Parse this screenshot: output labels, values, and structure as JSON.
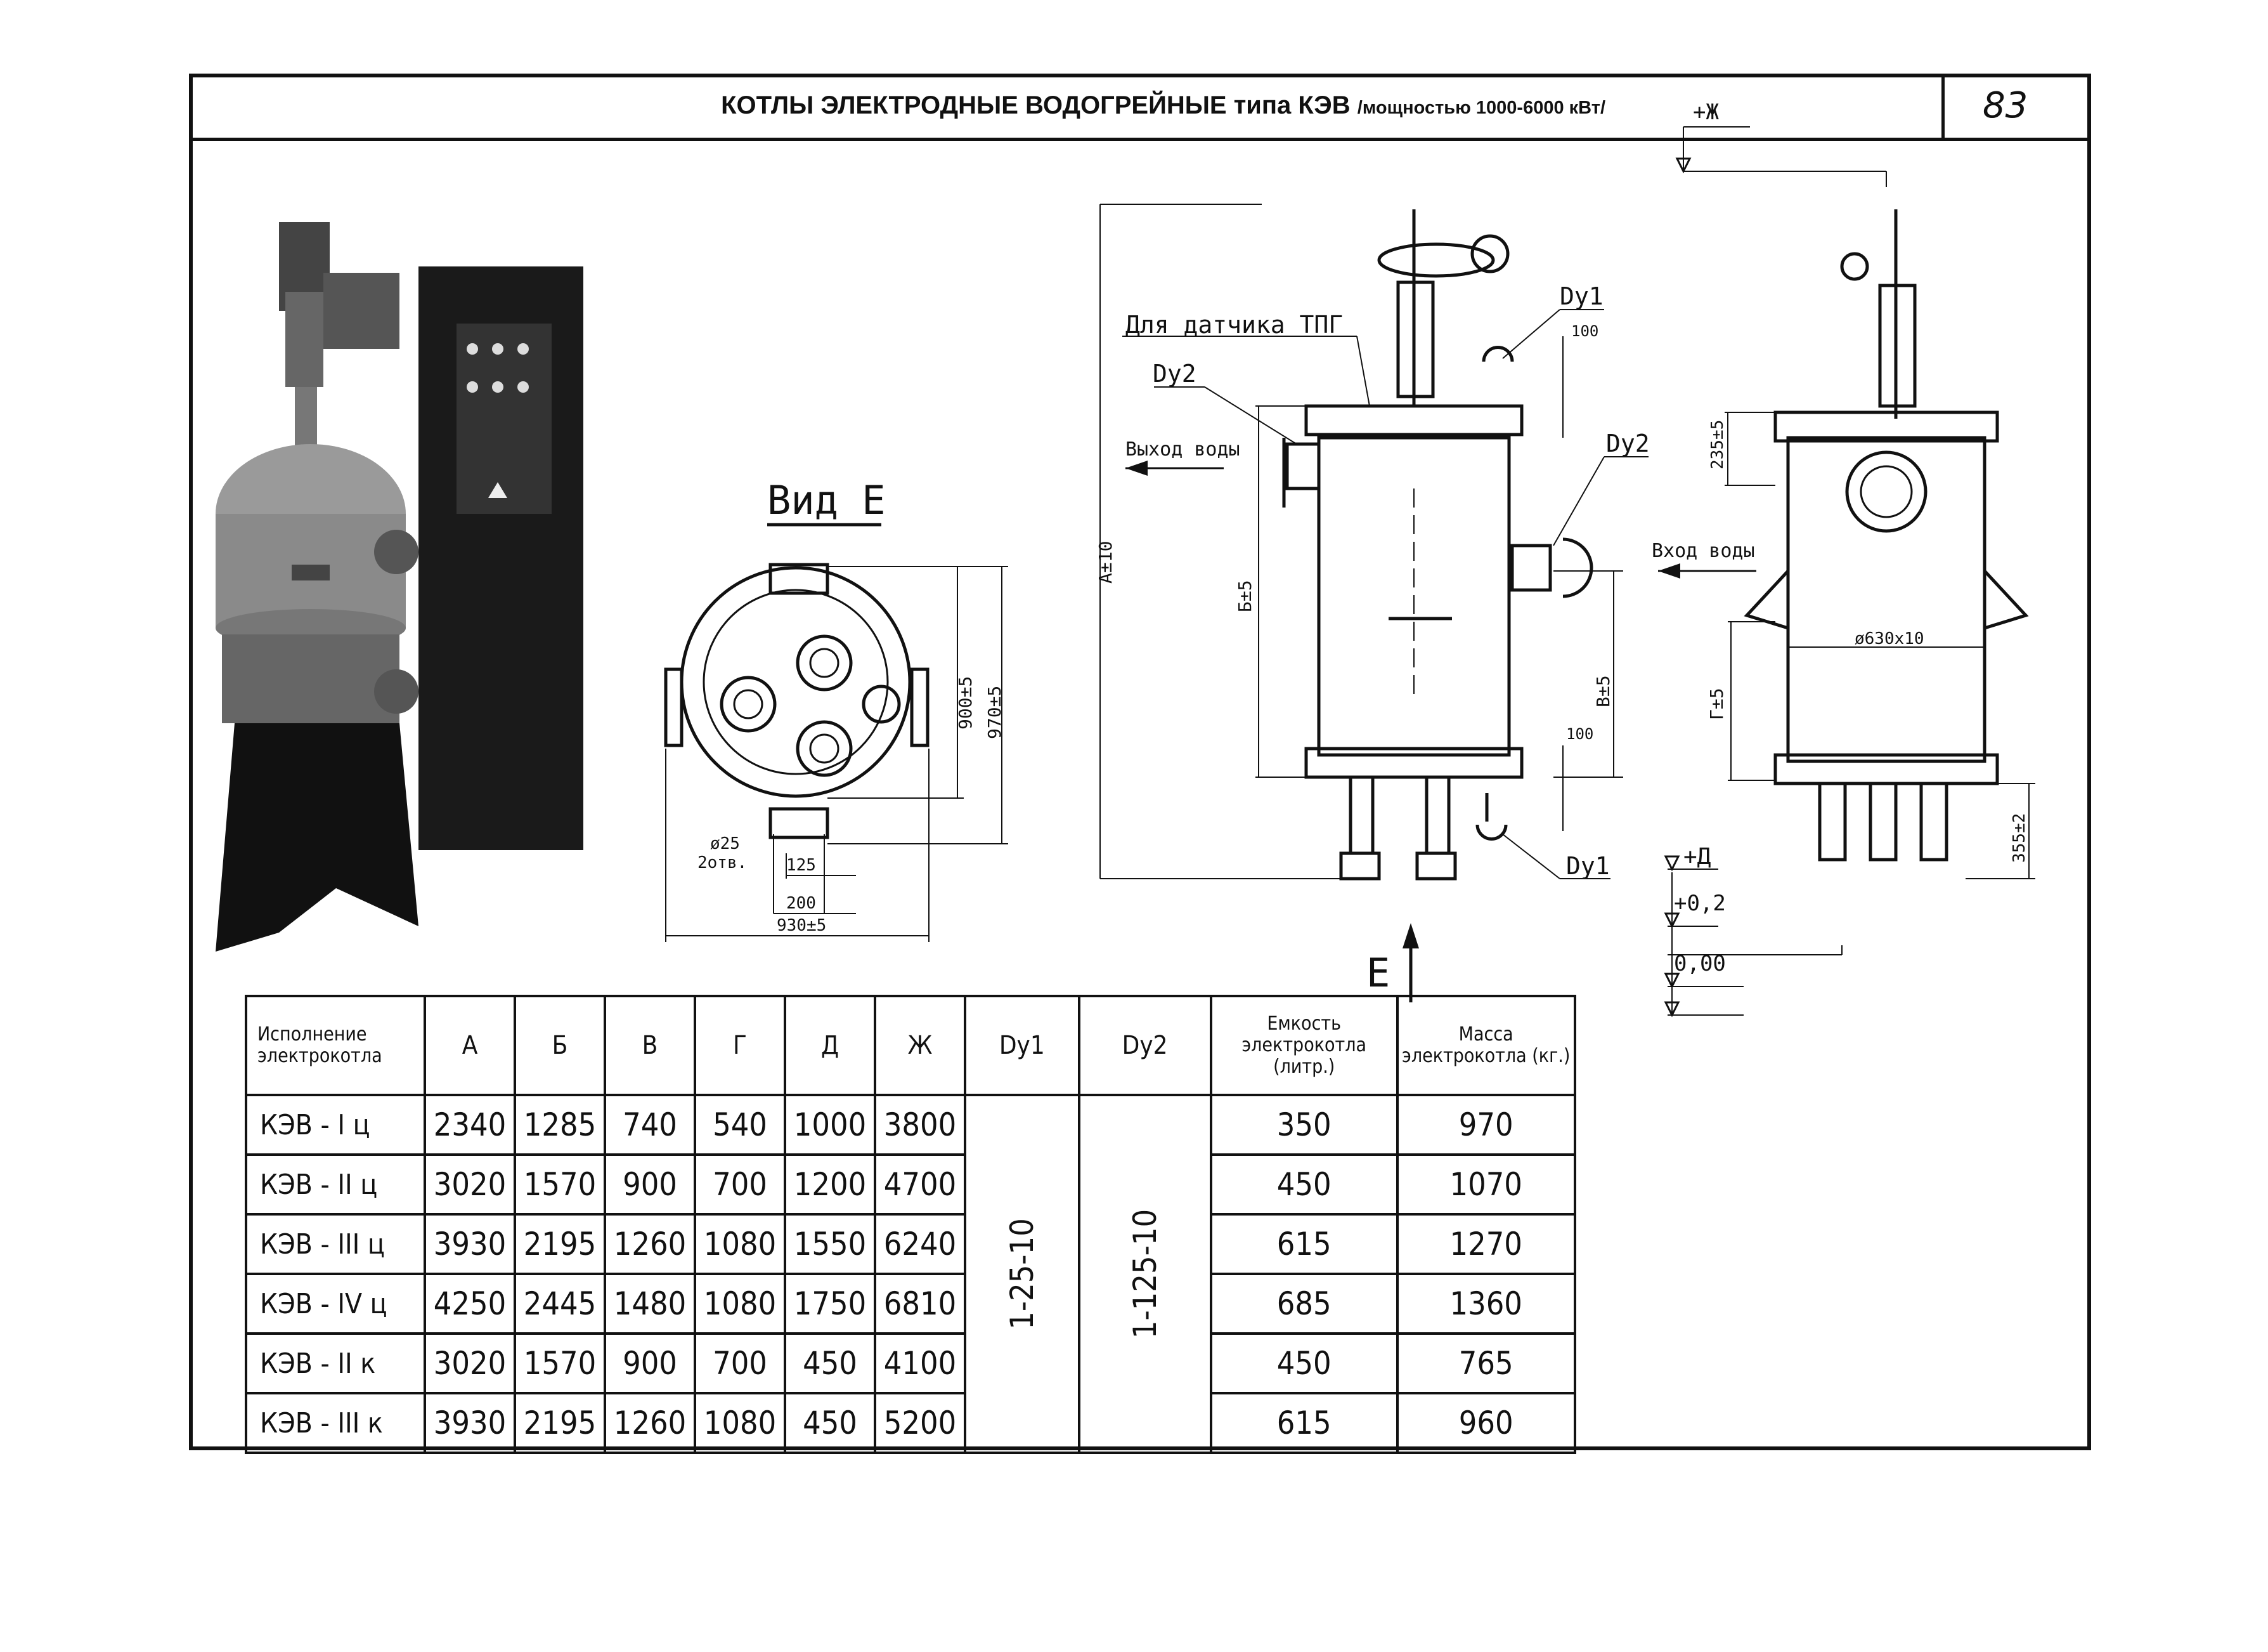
{
  "header": {
    "title": "КОТЛЫ ЭЛЕКТРОДНЫЕ ВОДОГРЕЙНЫЕ",
    "title_type": "типа КЭВ",
    "title_power": "/мощностью 1000-6000 кВт/",
    "page_number": "83"
  },
  "view_e": {
    "title": "Вид Е",
    "dim_900": "900±5",
    "dim_970": "970±5",
    "dim_hole": "ø25",
    "dim_hole_count": "2отв.",
    "dim_125": "125",
    "dim_200": "200",
    "dim_930": "930±5"
  },
  "front_view": {
    "sensor_label": "Для датчика ТПГ",
    "dy1_top": "Dy1",
    "dy2_left": "Dy2",
    "dy2_right": "Dy2",
    "dy1_bottom": "Dy1",
    "water_out": "Выход воды",
    "water_in": "Вход воды",
    "dim_100_top": "100",
    "dim_100_bottom": "100",
    "dim_a": "А±10",
    "dim_b": "Б±5",
    "dim_v": "В±5",
    "view_marker": "Е"
  },
  "side_view": {
    "level_zh": "+Ж",
    "level_d": "+Д",
    "level_02": "+0,2",
    "level_00": "0,00",
    "dim_235": "235±5",
    "dim_diameter": "ø630х10",
    "dim_g": "Г±5",
    "dim_355": "355±2"
  },
  "table": {
    "headers": [
      "Исполнение электрокотла",
      "А",
      "Б",
      "В",
      "Г",
      "Д",
      "Ж",
      "Dy1",
      "Dy2",
      "Емкость электрокотла (литр.)",
      "Масса электрокотла (кг.)"
    ],
    "dy1_merged": "1-25-10",
    "dy2_merged": "1-125-10",
    "rows": [
      {
        "model": "КЭВ - I ц",
        "a": "2340",
        "b": "1285",
        "v": "740",
        "g": "540",
        "d": "1000",
        "zh": "3800",
        "volume": "350",
        "mass": "970"
      },
      {
        "model": "КЭВ - II ц",
        "a": "3020",
        "b": "1570",
        "v": "900",
        "g": "700",
        "d": "1200",
        "zh": "4700",
        "volume": "450",
        "mass": "1070"
      },
      {
        "model": "КЭВ - III ц",
        "a": "3930",
        "b": "2195",
        "v": "1260",
        "g": "1080",
        "d": "1550",
        "zh": "6240",
        "volume": "615",
        "mass": "1270"
      },
      {
        "model": "КЭВ - IV ц",
        "a": "4250",
        "b": "2445",
        "v": "1480",
        "g": "1080",
        "d": "1750",
        "zh": "6810",
        "volume": "685",
        "mass": "1360"
      },
      {
        "model": "КЭВ - II к",
        "a": "3020",
        "b": "1570",
        "v": "900",
        "g": "700",
        "d": "450",
        "zh": "4100",
        "volume": "450",
        "mass": "765"
      },
      {
        "model": "КЭВ - III к",
        "a": "3930",
        "b": "2195",
        "v": "1260",
        "g": "1080",
        "d": "450",
        "zh": "5200",
        "volume": "615",
        "mass": "960"
      }
    ]
  },
  "icons": {
    "photo": "boiler-photo",
    "arrow_out": "arrow-left-icon",
    "arrow_in": "arrow-left-icon",
    "view_arrow": "arrow-up-icon",
    "level_marker": "level-triangle-icon"
  }
}
